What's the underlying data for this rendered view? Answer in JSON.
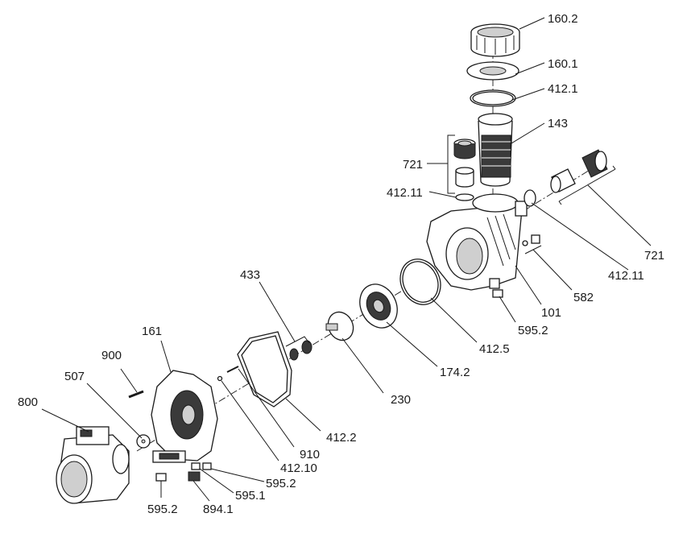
{
  "diagram": {
    "labels": {
      "p160_2": "160.2",
      "p160_1": "160.1",
      "p412_1": "412.1",
      "p143": "143",
      "p721_top": "721",
      "p412_11_top": "412.11",
      "p721_right": "721",
      "p412_11_right": "412.11",
      "p582": "582",
      "p101": "101",
      "p595_2_mid": "595.2",
      "p412_5": "412.5",
      "p174_2": "174.2",
      "p433": "433",
      "p230": "230",
      "p161": "161",
      "p900": "900",
      "p507": "507",
      "p800": "800",
      "p412_2": "412.2",
      "p910": "910",
      "p412_10": "412.10",
      "p595_2_low": "595.2",
      "p595_1": "595.1",
      "p595_2_bottom": "595.2",
      "p894_1": "894.1"
    }
  }
}
